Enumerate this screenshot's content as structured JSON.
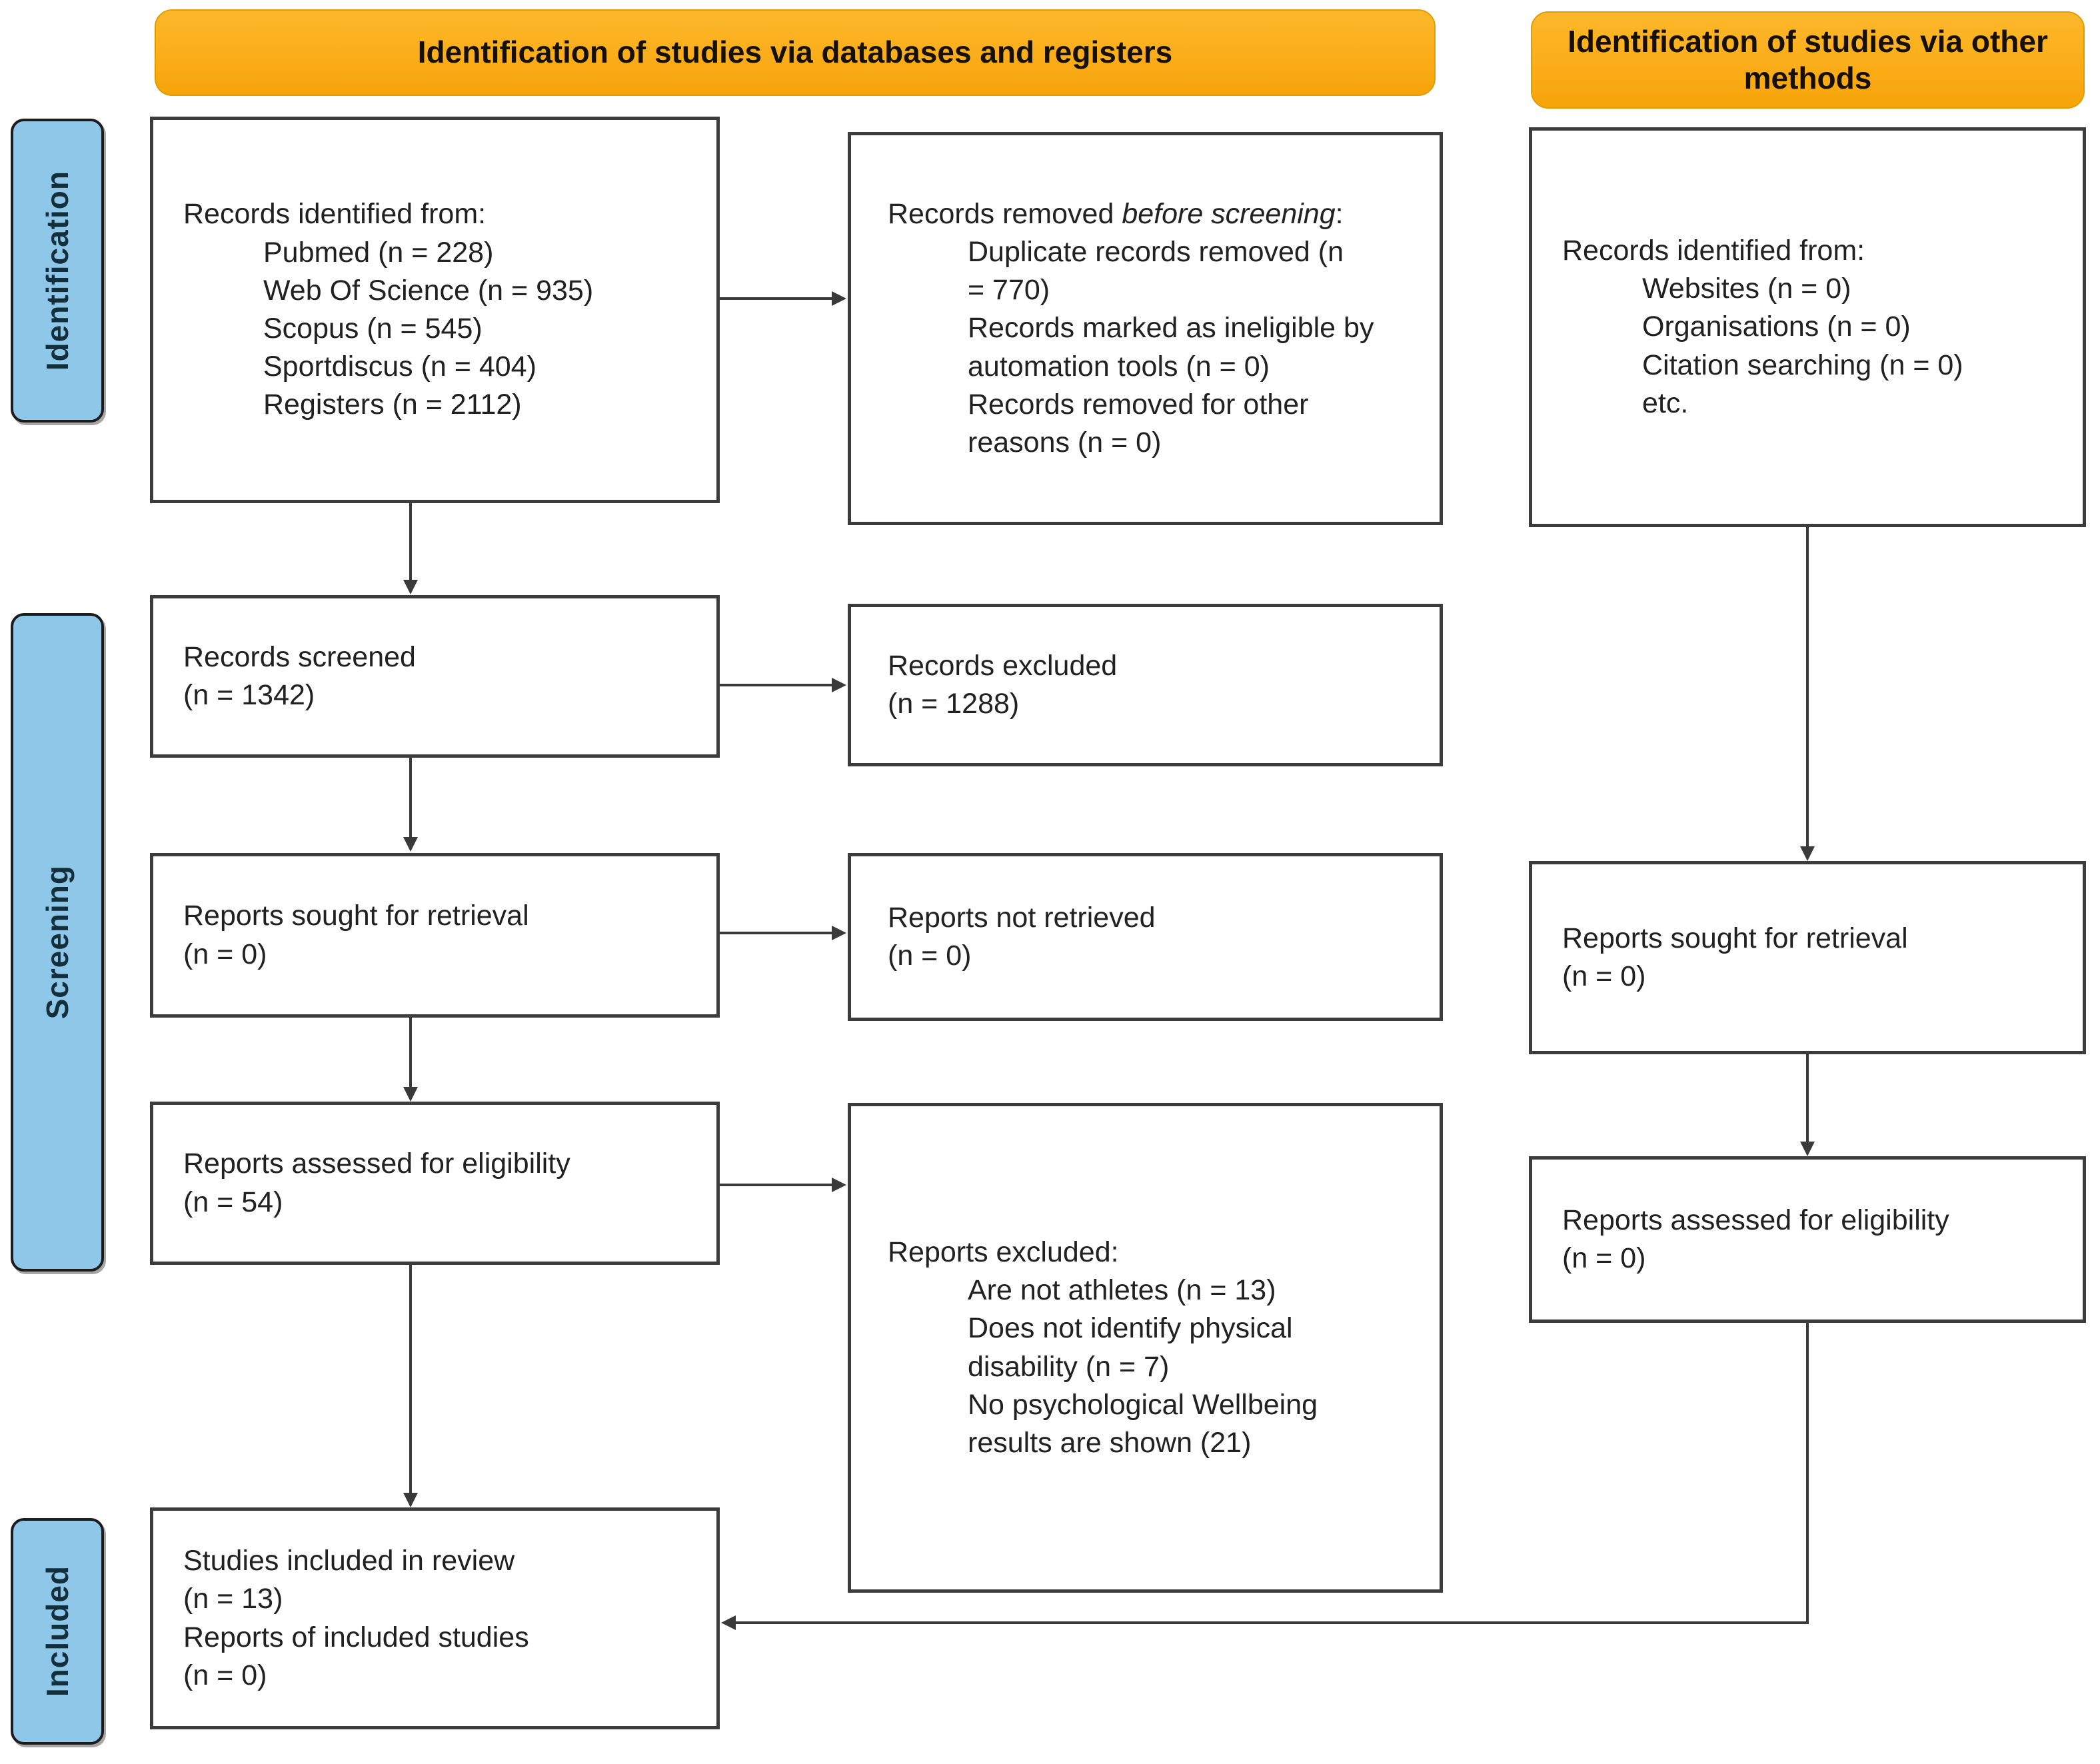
{
  "banners": {
    "databases": "Identification of studies via databases and registers",
    "other_methods": "Identification of studies via other methods"
  },
  "stage_labels": {
    "identification": "Identification",
    "screening": "Screening",
    "included": "Included"
  },
  "boxes": {
    "records_identified_db": {
      "intro": "Records identified from:",
      "items": [
        "Pubmed (n = 228)",
        "Web Of Science (n = 935)",
        "Scopus (n = 545)",
        "Sportdiscus (n = 404)",
        "Registers (n = 2112)"
      ]
    },
    "records_removed": {
      "intro_regular": "Records removed ",
      "intro_italic": "before screening",
      "intro_suffix": ":",
      "items": [
        "Duplicate records removed  (n = 770)",
        "Records marked as ineligible by automation tools (n = 0)",
        "Records removed for other reasons (n = 0)"
      ]
    },
    "records_identified_other": {
      "intro": "Records identified from:",
      "items": [
        "Websites (n = 0)",
        "Organisations (n = 0)",
        "Citation searching (n = 0)",
        "etc."
      ]
    },
    "records_screened": {
      "line1": "Records screened",
      "line2": "(n = 1342)"
    },
    "records_excluded": {
      "line1": "Records excluded",
      "line2": "(n = 1288)"
    },
    "reports_sought_db": {
      "line1": "Reports sought for retrieval",
      "line2": "(n = 0)"
    },
    "reports_not_retrieved": {
      "line1": "Reports not retrieved",
      "line2": "(n = 0)"
    },
    "reports_sought_other": {
      "line1": "Reports sought for retrieval",
      "line2": "(n = 0)"
    },
    "reports_assessed_db": {
      "line1": "Reports assessed for eligibility",
      "line2": "(n = 54)"
    },
    "reports_excluded": {
      "intro": "Reports excluded:",
      "items": [
        "Are not athletes (n = 13)",
        "Does not identify physical disability (n = 7)",
        "No psychological Wellbeing results are shown (21)"
      ]
    },
    "reports_assessed_other": {
      "line1": "Reports assessed for eligibility",
      "line2": "(n = 0)"
    },
    "studies_included": {
      "lines": [
        "Studies included in review",
        "(n = 13)",
        "Reports of included studies",
        "(n = 0)"
      ]
    }
  },
  "colors": {
    "banner": "#FBAD1A",
    "stage_pill": "#8FC7E9",
    "box_border": "#3C3C3C",
    "arrow": "#3A3A3A"
  }
}
